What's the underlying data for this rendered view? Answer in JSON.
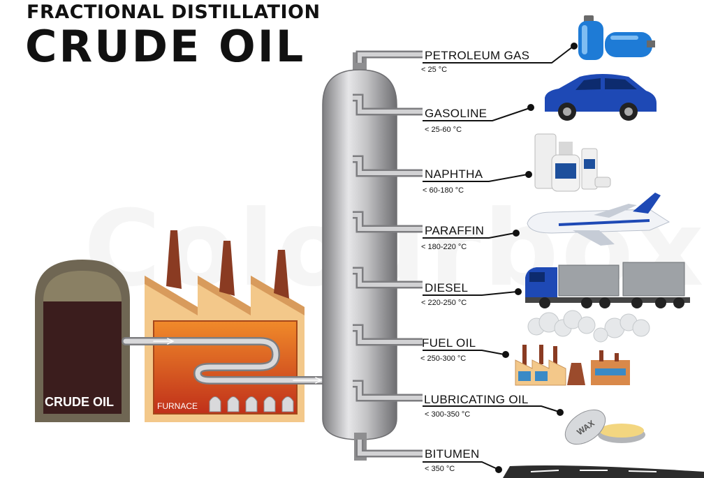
{
  "title": {
    "subtitle": "FRACTIONAL DISTILLATION",
    "main": "CRUDE OIL"
  },
  "watermark": "Colourbox",
  "crude_oil_tank": {
    "label": "CRUDE OIL"
  },
  "furnace": {
    "label": "FURNACE"
  },
  "fractions": [
    {
      "name": "PETROLEUM GAS",
      "temp": "< 25 °C",
      "icon": "gas-cylinder-icon"
    },
    {
      "name": "GASOLINE",
      "temp": "< 25-60 °C",
      "icon": "car-icon"
    },
    {
      "name": "NAPHTHA",
      "temp": "< 60-180 °C",
      "icon": "bottles-icon"
    },
    {
      "name": "PARAFFIN",
      "temp": "< 180-220 °C",
      "icon": "airplane-icon"
    },
    {
      "name": "DIESEL",
      "temp": "< 220-250 °C",
      "icon": "truck-icon"
    },
    {
      "name": "FUEL OIL",
      "temp": "< 250-300 °C",
      "icon": "factory-icon"
    },
    {
      "name": "LUBRICATING OIL",
      "temp": "< 300-350 °C",
      "icon": "wax-tin-icon"
    },
    {
      "name": "BITUMEN",
      "temp": "< 350 °C",
      "icon": "road-icon"
    }
  ],
  "wax_label": "WAX",
  "colors": {
    "column": "#b9b9bb",
    "tank": "#6f6653",
    "tank_inner": "#3b1d1d",
    "furnace_wall": "#f3c88a",
    "furnace_fire": "#d2531a",
    "chimney": "#8a3b22",
    "vehicle_blue": "#1e49b5",
    "pipe": "#9a9a9c"
  }
}
